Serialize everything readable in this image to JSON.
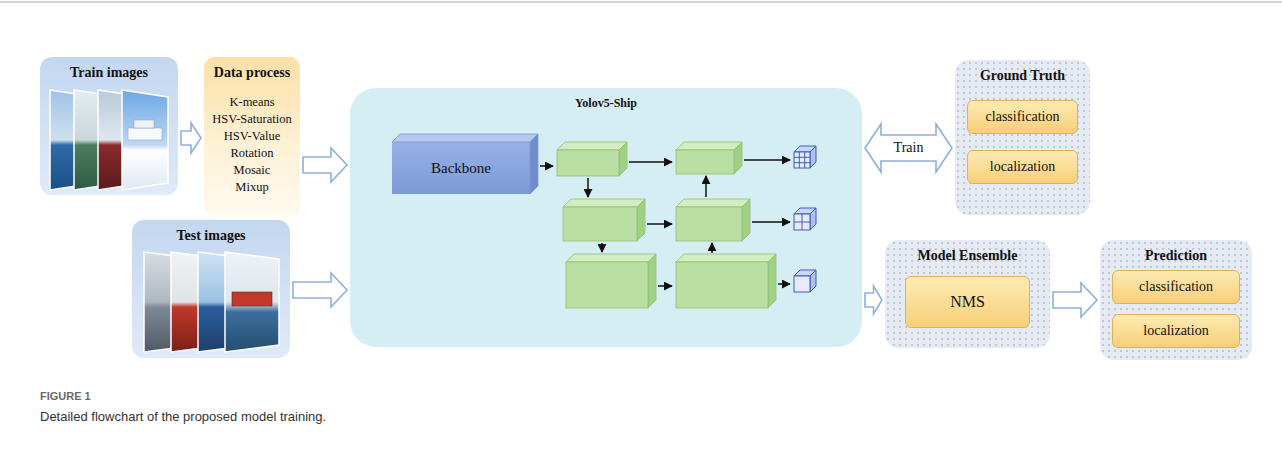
{
  "diagram": {
    "caption": "Detailed flowchart of the proposed model training.",
    "nodes": [
      {
        "text": [
          "Train images"
        ]
      },
      {
        "text": [
          "Data process",
          "K-means",
          "HSV-Saturation",
          "HSV-Value",
          "Rotation",
          "Mosaic",
          "Mixup"
        ]
      },
      {
        "text": [
          "Test images"
        ]
      },
      {
        "text": [
          "Yolov5-Ship"
        ]
      },
      {
        "text": [
          "Backbone"
        ],
        "in": 3
      },
      {
        "text": [
          "Ground Truth"
        ]
      },
      {
        "text": [
          "classification"
        ],
        "in": 5
      },
      {
        "text": [
          "localization"
        ],
        "in": 5
      },
      {
        "text": [
          "Model Ensemble"
        ]
      },
      {
        "text": [
          "NMS"
        ],
        "in": 8
      },
      {
        "text": [
          "Prediction"
        ]
      },
      {
        "text": [
          "classification"
        ],
        "in": 10
      },
      {
        "text": [
          "localization"
        ],
        "in": 10
      }
    ],
    "edges": [
      {
        "from": 0,
        "to": 1,
        "arrow": "to"
      },
      {
        "from": 1,
        "to": 3,
        "arrow": "to"
      },
      {
        "from": 2,
        "to": 3,
        "arrow": "to"
      },
      {
        "from": 3,
        "to": 5,
        "arrow": "both",
        "label": "Train"
      },
      {
        "from": 3,
        "to": 8,
        "arrow": "to"
      },
      {
        "from": 8,
        "to": 10,
        "arrow": "to"
      }
    ],
    "labels": [
      "FIGURE 1"
    ]
  }
}
